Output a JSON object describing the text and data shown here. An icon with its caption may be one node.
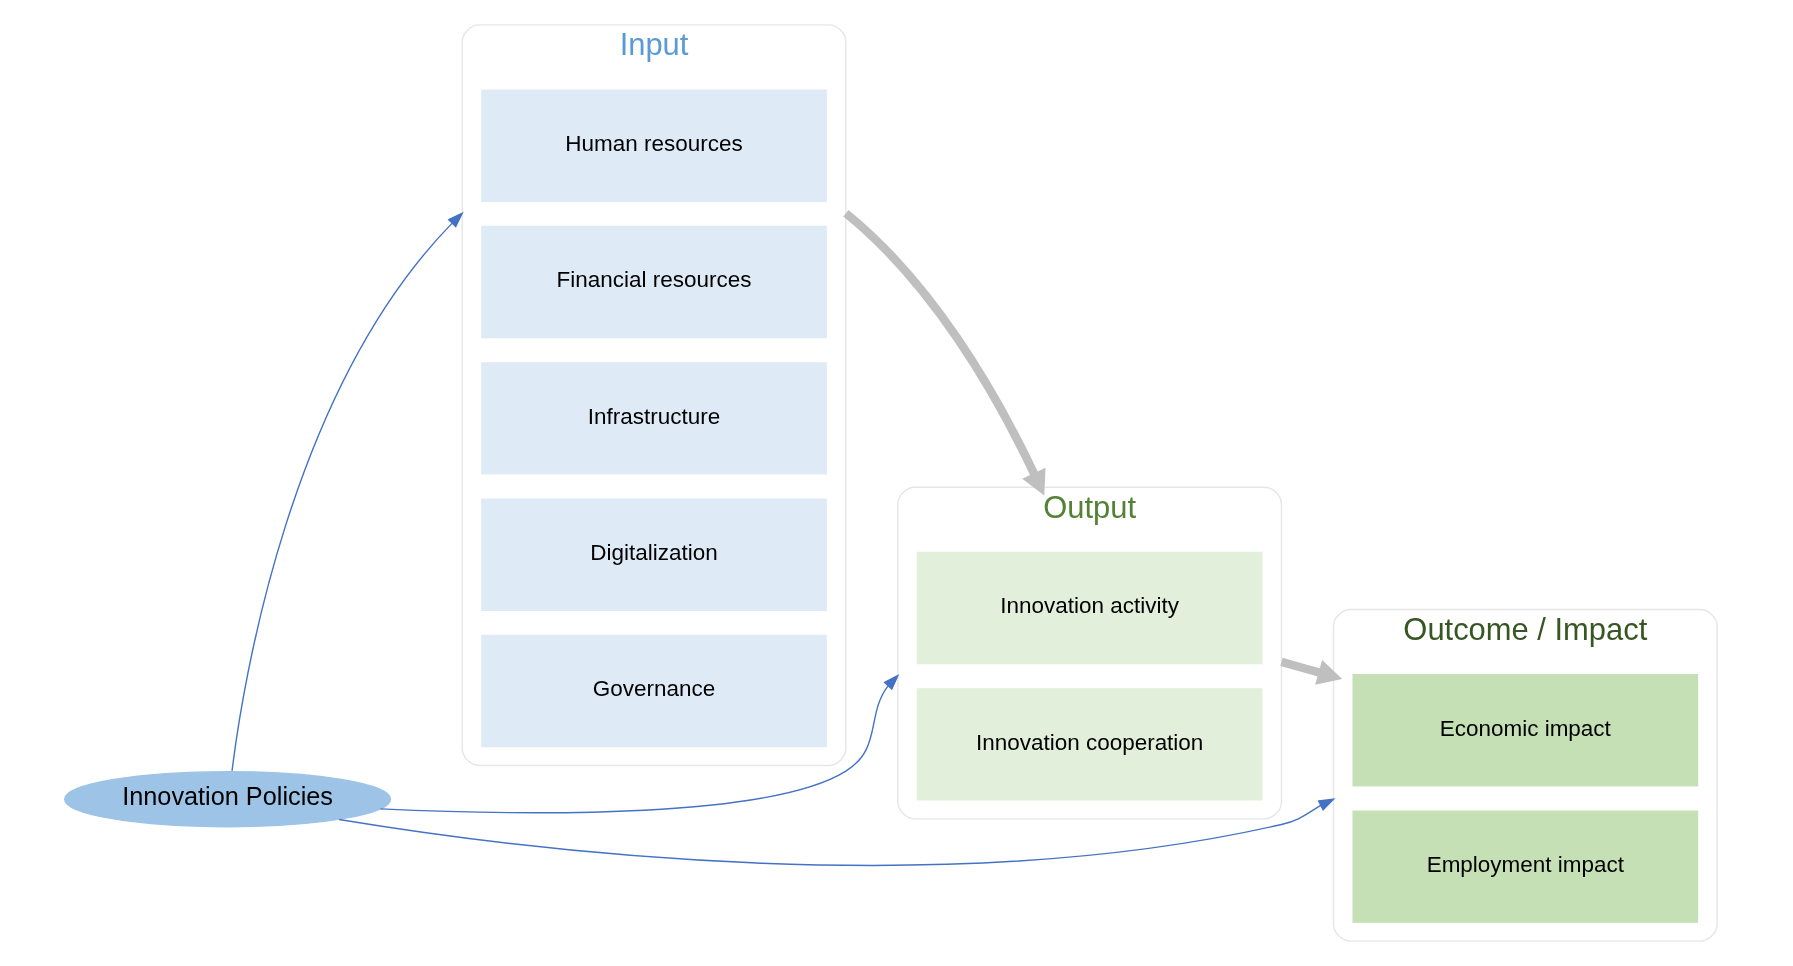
{
  "diagram": {
    "nodes": [
      {
        "text": [
          "Input"
        ]
      },
      {
        "text": [
          "Human resources"
        ],
        "in": 0
      },
      {
        "text": [
          "Financial resources"
        ],
        "in": 0
      },
      {
        "text": [
          "Infrastructure"
        ],
        "in": 0
      },
      {
        "text": [
          "Digitalization"
        ],
        "in": 0
      },
      {
        "text": [
          "Governance"
        ],
        "in": 0
      },
      {
        "text": [
          "Innovation Policies"
        ]
      },
      {
        "text": [
          "Output"
        ]
      },
      {
        "text": [
          "Innovation activity"
        ],
        "in": 7
      },
      {
        "text": [
          "Innovation cooperation"
        ],
        "in": 7
      },
      {
        "text": [
          "Outcome / Impact"
        ]
      },
      {
        "text": [
          "Economic impact"
        ],
        "in": 10
      },
      {
        "text": [
          "Employment impact"
        ],
        "in": 10
      }
    ],
    "edges": [
      {
        "from": 6,
        "to": 0,
        "arrow": "to"
      },
      {
        "from": 6,
        "to": 7,
        "arrow": "to"
      },
      {
        "from": 6,
        "to": 10,
        "arrow": "to"
      },
      {
        "from": 0,
        "to": 7,
        "arrow": "to",
        "style": "thick",
        "color": "#bfbfbf"
      },
      {
        "from": 7,
        "to": 10,
        "arrow": "to",
        "style": "thick",
        "color": "#bfbfbf"
      }
    ]
  }
}
